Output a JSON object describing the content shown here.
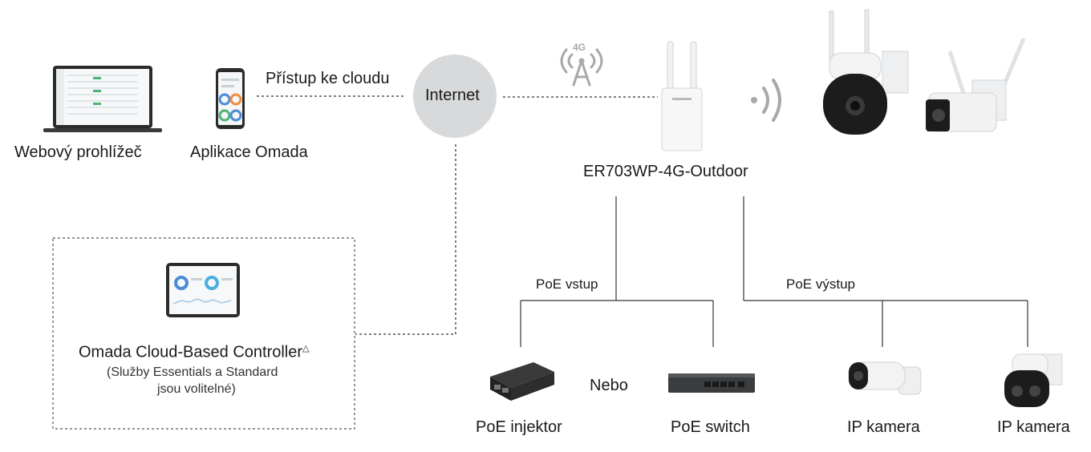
{
  "labels": {
    "web_browser": "Webový prohlížeč",
    "omada_app": "Aplikace Omada",
    "cloud_access": "Přístup ke cloudu",
    "internet": "Internet",
    "network_4g": "4G",
    "router": "ER703WP-4G-Outdoor",
    "cloud_controller": "Omada Cloud-Based Controller",
    "cloud_controller_mark": "△",
    "services_line1": "(Služby Essentials a Standard",
    "services_line2": "jsou volitelné)",
    "poe_in": "PoE vstup",
    "poe_out": "PoE výstup",
    "poe_injector": "PoE injektor",
    "or": "Nebo",
    "poe_switch": "PoE switch",
    "ip_camera_1": "IP kamera",
    "ip_camera_2": "IP kamera"
  },
  "colors": {
    "internet_circle": "#d7d9da",
    "line": "#333333",
    "dashed": "#555555",
    "icon_gray": "#a6a8aa"
  }
}
